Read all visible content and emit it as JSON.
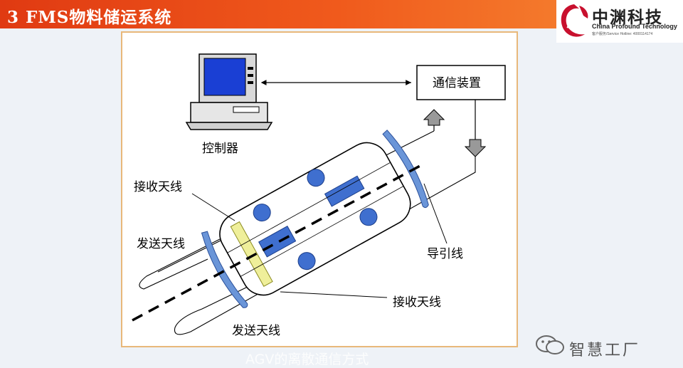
{
  "header": {
    "title": "3 FMS物料储运系统"
  },
  "logo": {
    "name": "中渊科技",
    "english": "China Profound Technology",
    "subline": "客户服务/Service Hotline: 4000114174"
  },
  "diagram": {
    "controller_label": "控制器",
    "comm_device_label": "通信装置",
    "receive_antenna_top": "接收天线",
    "transmit_antenna_left": "发送天线",
    "guide_wire_label": "导引线",
    "receive_antenna_bottom": "接收天线",
    "transmit_antenna_bottom": "发送天线"
  },
  "caption": "AGV的离散通信方式",
  "watermark": {
    "text": "智慧工厂"
  },
  "colors": {
    "header": "#e8461a",
    "vehicle_blue": "#3f6fcf",
    "antenna_yellow": "#efef9a"
  }
}
